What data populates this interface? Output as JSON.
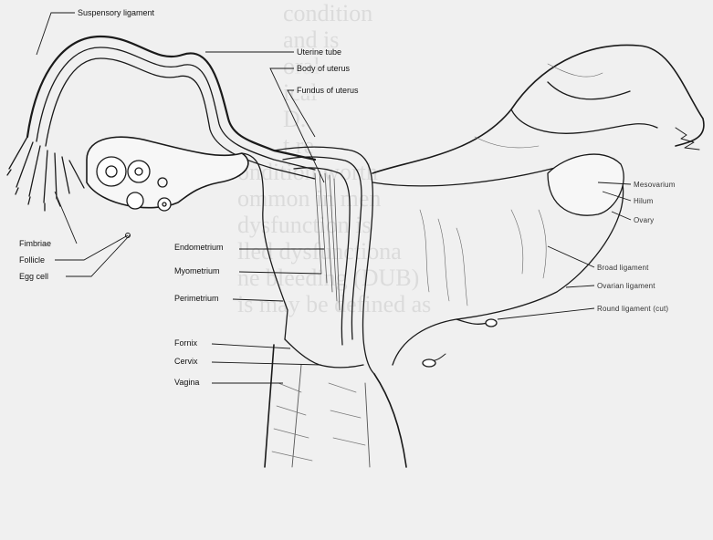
{
  "background_text": [
    "",
    "condition",
    "and is",
    "oral",
    "ical",
    "D.",
    "",
    "t re-",
    "",
    "",
    "",
    "",
    "ondition worth",
    "ommon in men",
    "dysfunction is",
    "lled dysfunctiona",
    "ne bleeding (DUB)",
    "is may be defined as"
  ],
  "labels": {
    "suspensory_ligament": "Suspensory ligament",
    "uterine_tube": "Uterine tube",
    "body_of_uterus": "Body of uterus",
    "fundus_of_uterus": "Fundus of uterus",
    "fimbriae": "Fimbriae",
    "follicle": "Follicle",
    "egg_cell": "Egg cell",
    "endometrium": "Endometrium",
    "myometrium": "Myometrium",
    "perimetrium": "Perimetrium",
    "fornix": "Fornix",
    "cervix": "Cervix",
    "vagina": "Vagina",
    "mesovarium": "Mesovarium",
    "hilum": "Hilum",
    "ovary": "Ovary",
    "broad_ligament": "Broad ligament",
    "ovarian_ligament": "Ovarian ligament",
    "round_ligament": "Round ligament (cut)"
  },
  "colors": {
    "line": "#1a1a1a",
    "paper": "#ededed",
    "fill": "#f7f7f7",
    "shade": "#555555"
  }
}
